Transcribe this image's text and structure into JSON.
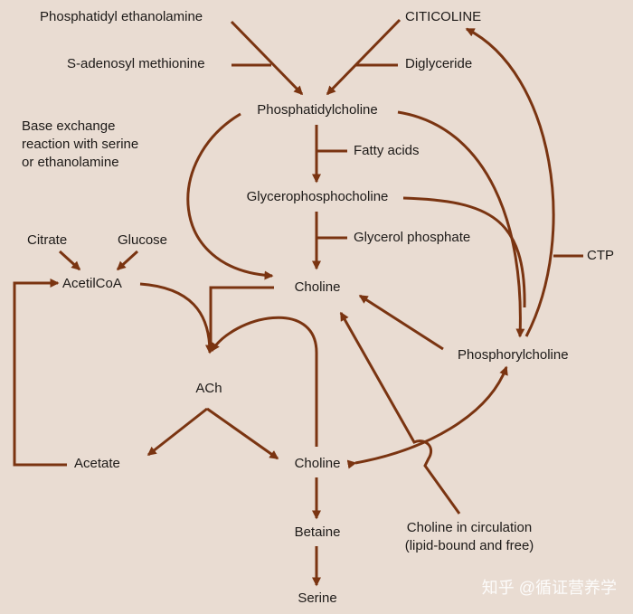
{
  "colors": {
    "background": "#e9dcd2",
    "arrow": "#7a3411",
    "text": "#1d1a18"
  },
  "nodes": {
    "phosphatidyl_ethanolamine": "Phosphatidyl ethanolamine",
    "s_adenosyl_methionine": "S-adenosyl methionine",
    "citicoline": "CITICOLINE",
    "diglyceride": "Diglyceride",
    "phosphatidylcholine": "Phosphatidylcholine",
    "base_exchange": "Base exchange\nreaction with serine\nor ethanolamine",
    "fatty_acids": "Fatty acids",
    "glycerophosphocholine": "Glycerophosphocholine",
    "glycerol_phosphate": "Glycerol phosphate",
    "citrate": "Citrate",
    "glucose": "Glucose",
    "acetyl_coa": "AcetilCoA",
    "choline_top": "Choline",
    "ctp": "CTP",
    "phosphorylcholine": "Phosphorylcholine",
    "ach": "ACh",
    "acetate": "Acetate",
    "choline_bottom": "Choline",
    "choline_in_circulation": "Choline in circulation\n(lipid-bound and free)",
    "betaine": "Betaine",
    "serine": "Serine"
  },
  "watermark": "知乎 @循证营养学"
}
